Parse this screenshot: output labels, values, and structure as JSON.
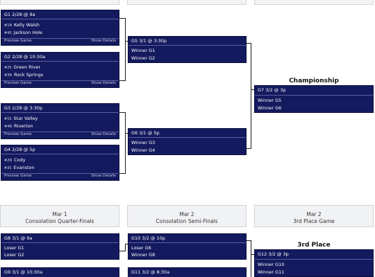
{
  "quarterfinals": [
    {
      "header": "G1 2/28 @ 9a",
      "teams": [
        {
          "seed": "#1N",
          "name": "Kelly Walsh"
        },
        {
          "seed": "#4S",
          "name": "Jackson Hole"
        }
      ],
      "preview": "Preview Game",
      "details": "Show Details"
    },
    {
      "header": "G2 2/28 @ 10:30a",
      "teams": [
        {
          "seed": "#2S",
          "name": "Green River"
        },
        {
          "seed": "#3N",
          "name": "Rock Springs"
        }
      ],
      "preview": "Preview Game",
      "details": "Show Details"
    },
    {
      "header": "G3 2/28 @ 3:30p",
      "teams": [
        {
          "seed": "#1S",
          "name": "Star Valley"
        },
        {
          "seed": "#4N",
          "name": "Riverton"
        }
      ],
      "preview": "Preview Game",
      "details": "Show Details"
    },
    {
      "header": "G4 2/28 @ 5p",
      "teams": [
        {
          "seed": "#2N",
          "name": "Cody"
        },
        {
          "seed": "#3S",
          "name": "Evanston"
        }
      ],
      "preview": "Preview Game",
      "details": "Show Details"
    }
  ],
  "semifinals": [
    {
      "header": "G5 3/1 @ 3:30p",
      "lines": [
        "Winner G1",
        "Winner G2"
      ]
    },
    {
      "header": "G6 3/1 @ 5p",
      "lines": [
        "Winner G3",
        "Winner G4"
      ]
    }
  ],
  "championship": {
    "title": "Championship",
    "header": "G7 3/2 @ 3p",
    "lines": [
      "Winner G5",
      "Winner G6"
    ]
  },
  "sections": [
    {
      "date": "Mar 1",
      "label": "Consolation Quarter-Finals"
    },
    {
      "date": "Mar 2",
      "label": "Consolation Semi-Finals"
    },
    {
      "date": "Mar 2",
      "label": "3rd Place Game"
    }
  ],
  "consolation_qf": [
    {
      "header": "G8 3/1 @ 9a",
      "lines": [
        "Loser G1",
        "Loser G2"
      ]
    },
    {
      "header": "G9 3/1 @ 10:30a",
      "lines": []
    }
  ],
  "consolation_sf": [
    {
      "header": "G10 3/2 @ 10p",
      "lines": [
        "Loser G6",
        "Winner G8"
      ]
    },
    {
      "header": "G11 3/2 @ 8:30a",
      "lines": []
    }
  ],
  "third_place": {
    "title": "3rd Place",
    "header": "G12 3/2 @ 3p",
    "lines": [
      "Winner G10",
      "Winner G11"
    ]
  }
}
